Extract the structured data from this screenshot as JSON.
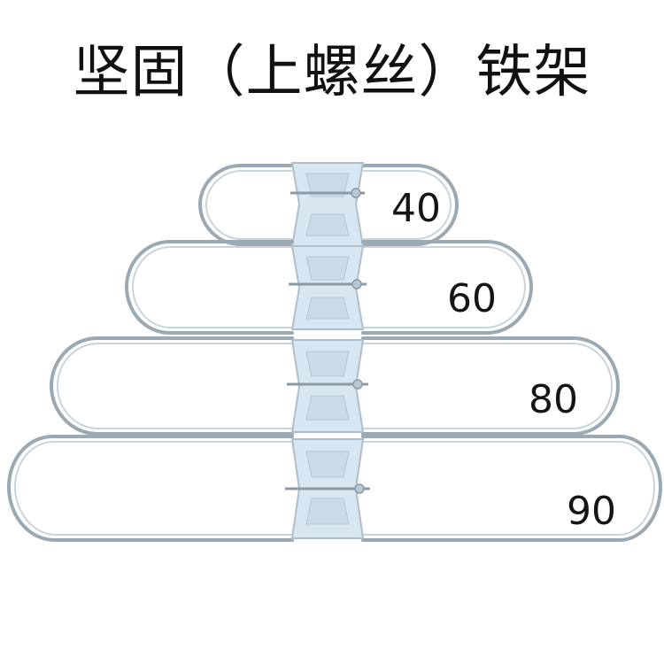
{
  "title": "坚固（上螺丝）铁架",
  "colors": {
    "background": "#ffffff",
    "wire": "#9aa9b4",
    "wire_highlight": "#e3eaf0",
    "plate": "#d7e6f0",
    "plate_shadow": "#aebfcc",
    "text": "#151515"
  },
  "frames": [
    {
      "size_label": "40"
    },
    {
      "size_label": "60"
    },
    {
      "size_label": "80"
    },
    {
      "size_label": "90"
    }
  ]
}
